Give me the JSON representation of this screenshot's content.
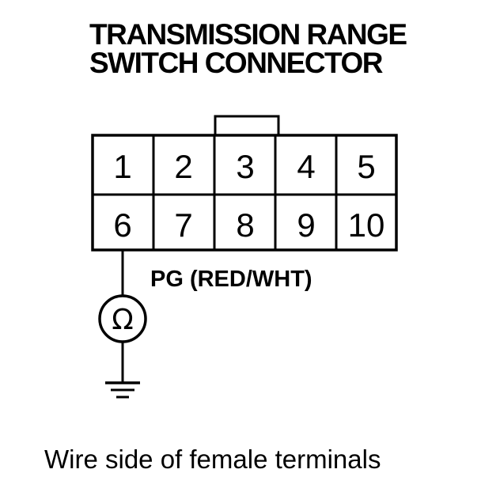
{
  "title": {
    "line1": "TRANSMISSION RANGE",
    "line2": "SWITCH CONNECTOR"
  },
  "connector": {
    "row1": [
      "1",
      "2",
      "3",
      "4",
      "5"
    ],
    "row2": [
      "6",
      "7",
      "8",
      "9",
      "10"
    ]
  },
  "wire_label": "PG (RED/WHT)",
  "meter_symbol": "Ω",
  "ground_icon": "ground-icon",
  "caption": "Wire side of female terminals"
}
